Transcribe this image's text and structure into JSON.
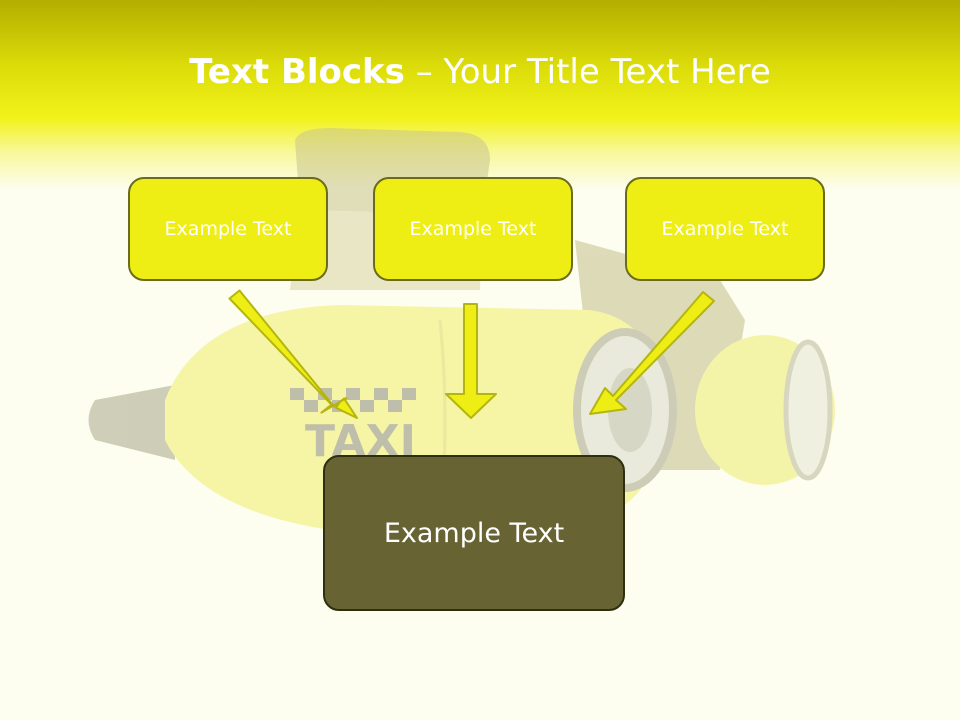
{
  "slide": {
    "title_bold": "Text Blocks",
    "title_rest": " – Your Title Text Here"
  },
  "boxes": {
    "top": [
      "Example Text",
      "Example Text",
      "Example Text"
    ],
    "bottom": "Example Text"
  },
  "background": {
    "taxi_sign": "TAXI"
  },
  "colors": {
    "header_yellow": "#f2f21a",
    "box_yellow": "#eeee15",
    "box_olive": "#676332",
    "arrow_fill": "#eeee15",
    "arrow_stroke": "#b5b510"
  }
}
